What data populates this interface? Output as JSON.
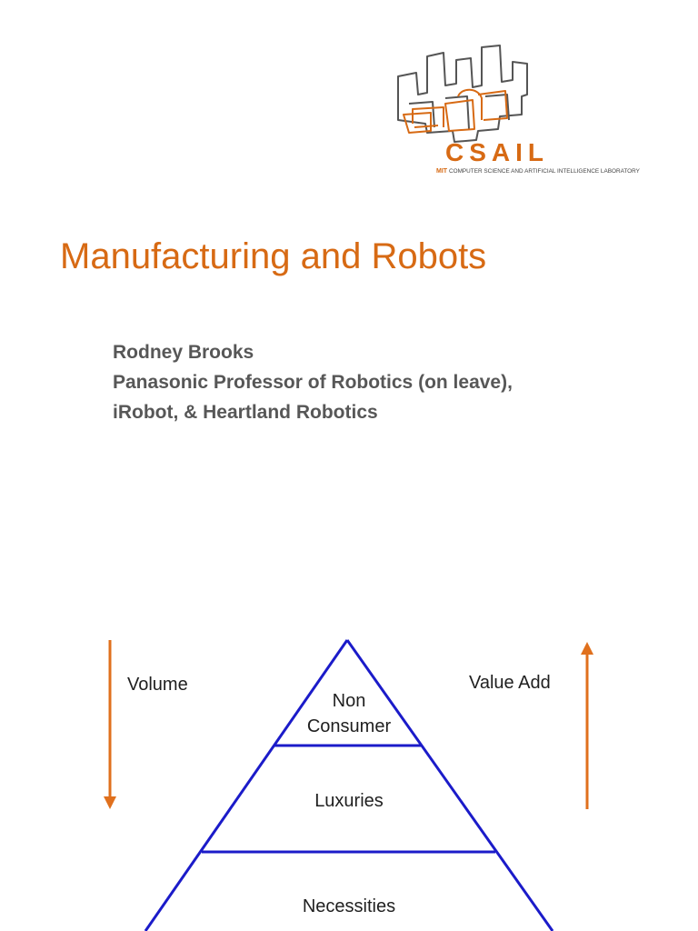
{
  "logo": {
    "name": "CSAIL",
    "mit": "MIT",
    "subtitle": "COMPUTER SCIENCE AND ARTIFICIAL INTELLIGENCE LABORATORY",
    "color": "#d76a14",
    "outline_color": "#555555"
  },
  "title": "Manufacturing and Robots",
  "author": {
    "name": "Rodney Brooks",
    "position": "Panasonic Professor of Robotics (on leave),",
    "affiliations": "iRobot, & Heartland Robotics"
  },
  "diagram": {
    "left_label": "Volume",
    "right_label": "Value Add",
    "levels": {
      "top_line1": "Non",
      "top_line2": "Consumer",
      "middle": "Luxuries",
      "bottom": "Necessities"
    },
    "pyramid_color": "#1b1bc9",
    "arrow_color": "#e0701d"
  }
}
